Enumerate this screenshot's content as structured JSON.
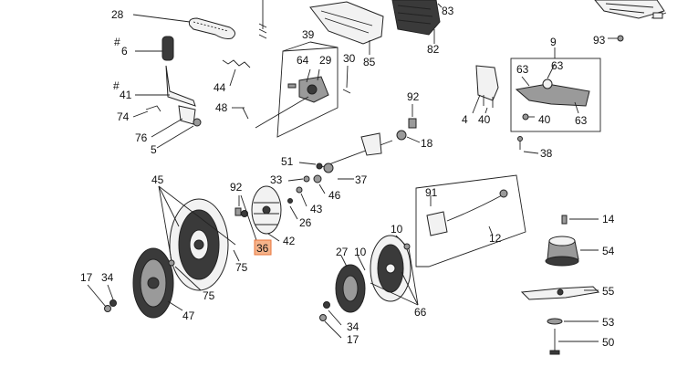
{
  "labels": {
    "p28": "28",
    "p83": "83",
    "p93": "93",
    "p6": "6",
    "p6_hash": "#",
    "p39": "39",
    "p64": "64",
    "p29": "29",
    "p30": "30",
    "p85": "85",
    "p82": "82",
    "p9": "9",
    "p63a": "63",
    "p63b": "63",
    "p44": "44",
    "p41": "41",
    "p41_hash": "#",
    "p74": "74",
    "p76": "76",
    "p5": "5",
    "p48": "48",
    "p92a": "92",
    "p18": "18",
    "p4": "4",
    "p40a": "40",
    "p40b": "40",
    "p63c": "63",
    "p38": "38",
    "p51": "51",
    "p37": "37",
    "p33": "33",
    "p46": "46",
    "p43": "43",
    "p26": "26",
    "p45": "45",
    "p92b": "92",
    "p36": "36",
    "p42": "42",
    "p75a": "75",
    "p75b": "75",
    "p91": "91",
    "p12": "12",
    "p10": "10",
    "p27": "27",
    "p10b": "10",
    "p14": "14",
    "p54": "54",
    "p17a": "17",
    "p34a": "34",
    "p47": "47",
    "p66": "66",
    "p55": "55",
    "p34b": "34",
    "p17b": "17",
    "p53": "53",
    "p50": "50"
  },
  "highlight": {
    "label": "p36",
    "color": "#f6b38a"
  }
}
